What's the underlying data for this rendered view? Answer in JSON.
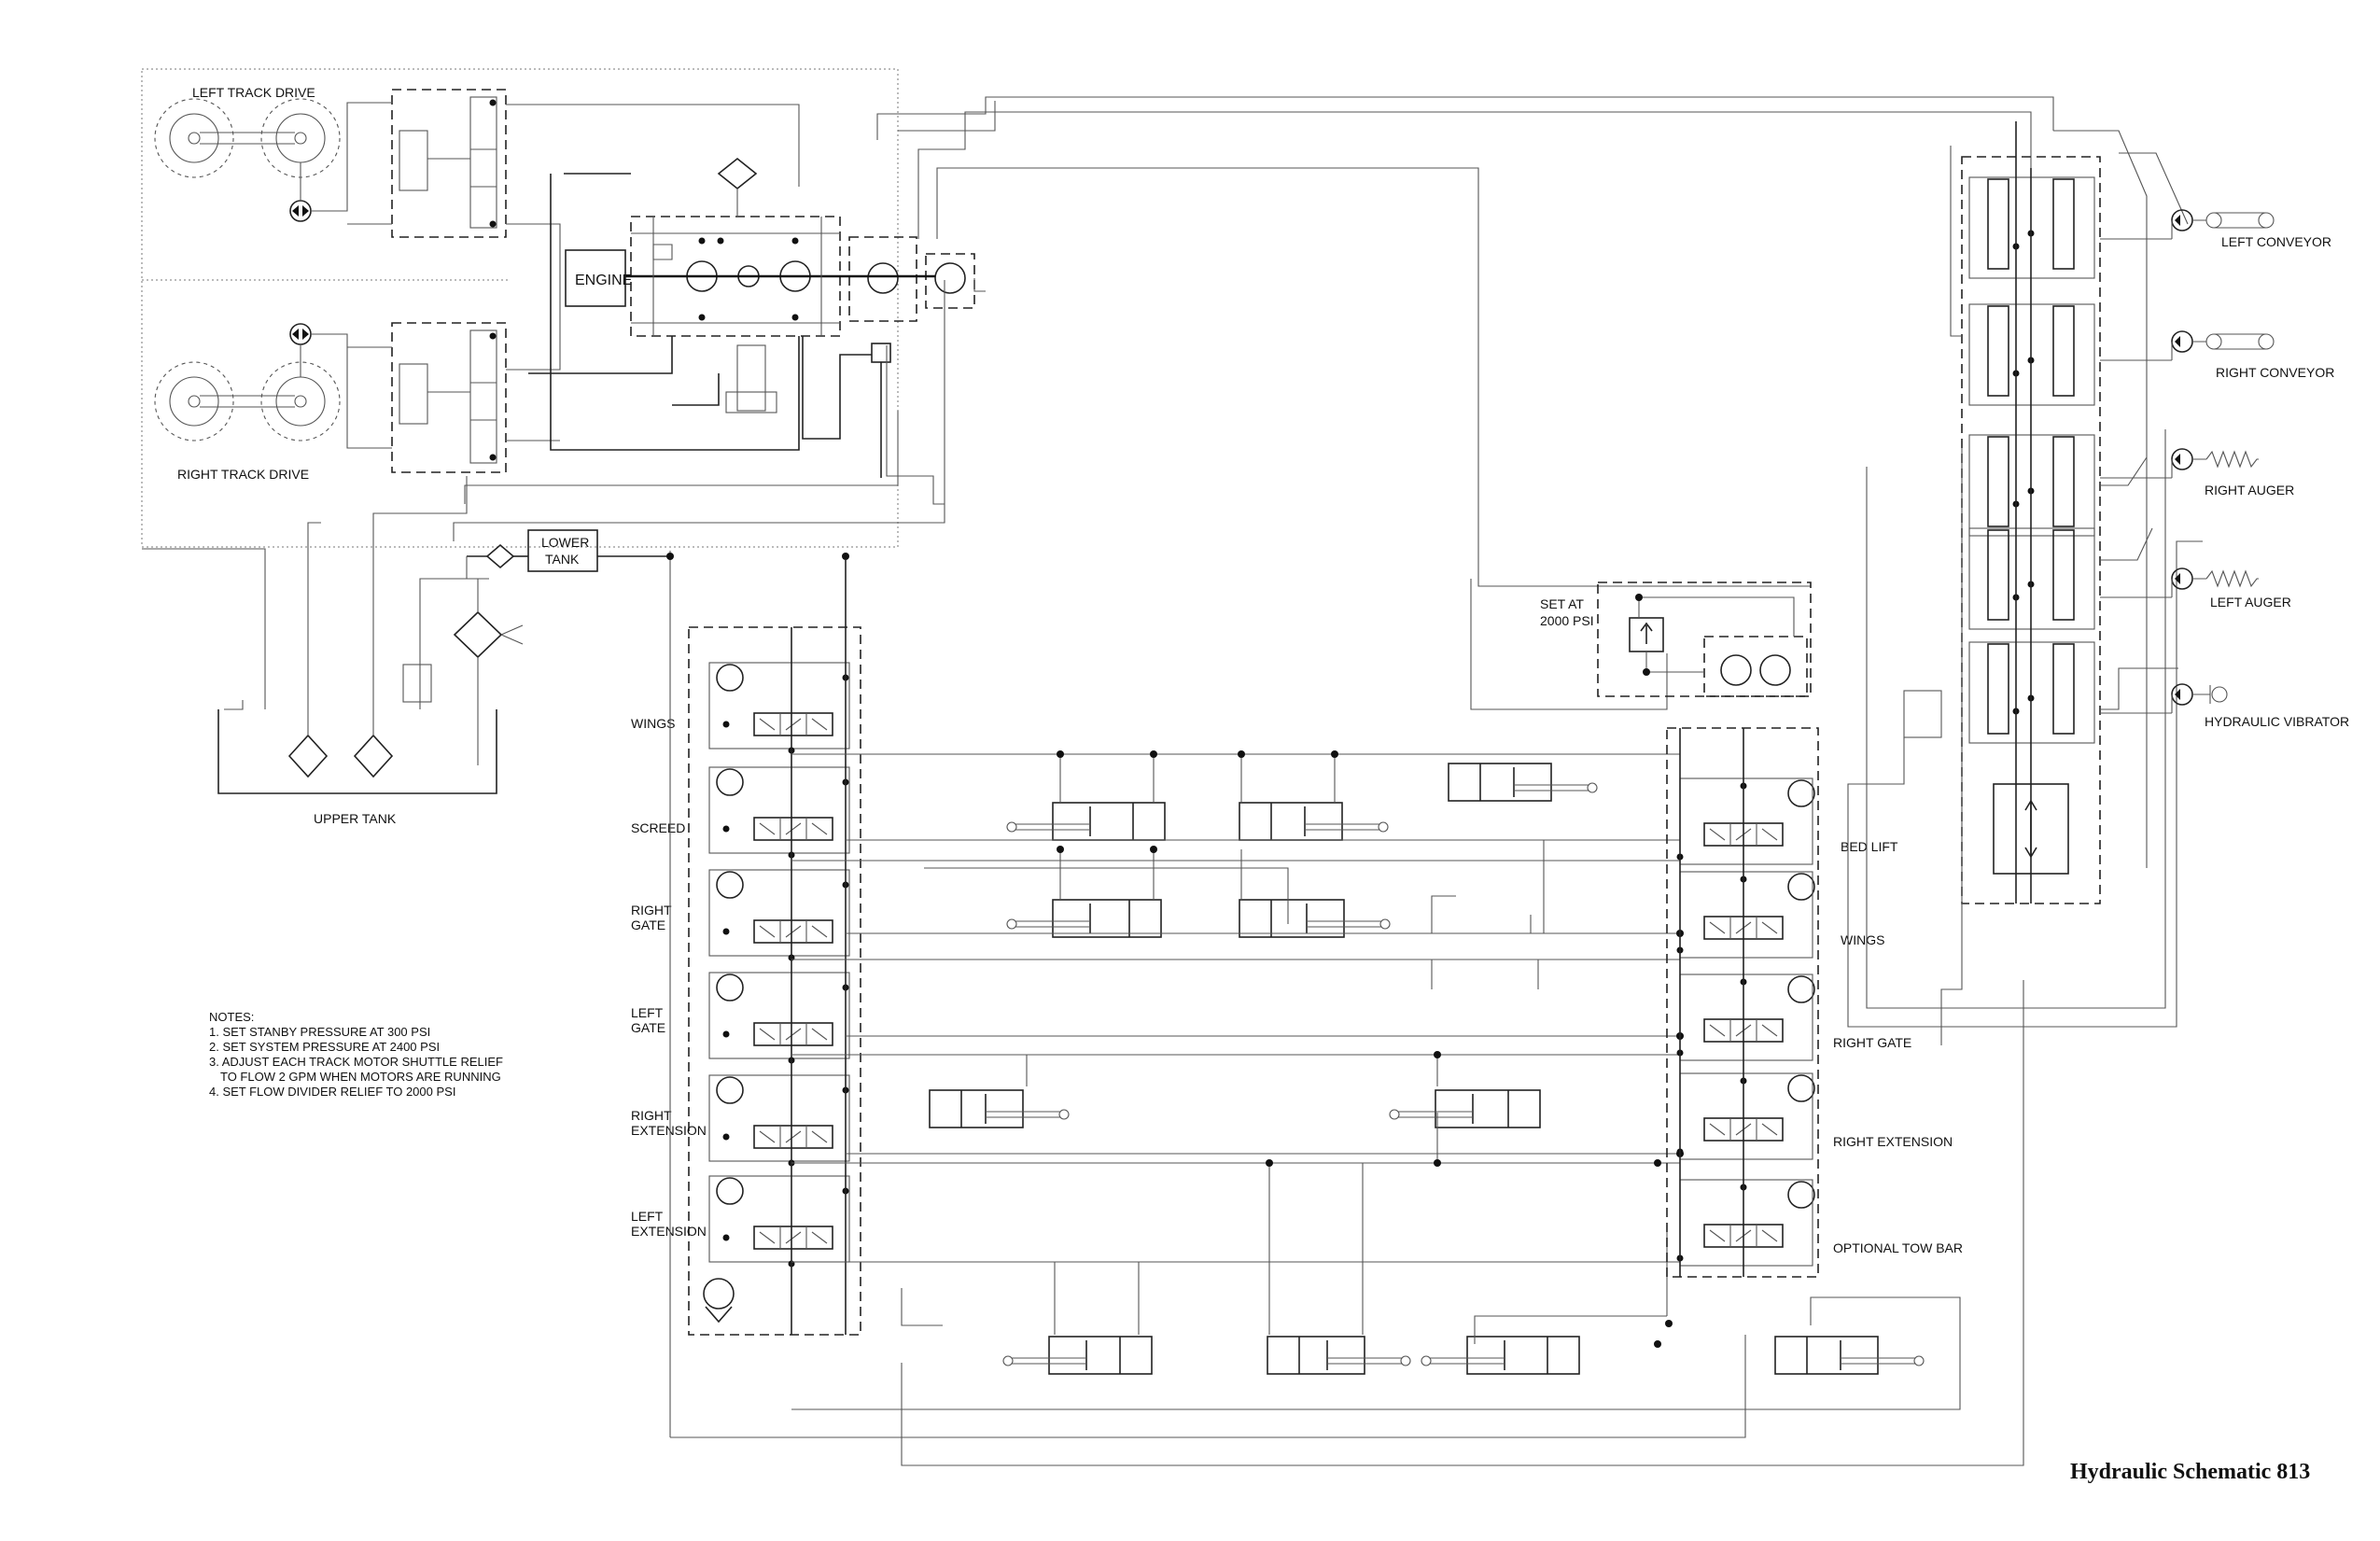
{
  "title": "Hydraulic Schematic 813",
  "track_drive": {
    "left_label": "LEFT TRACK DRIVE",
    "right_label": "RIGHT TRACK DRIVE"
  },
  "engine_label": "ENGINE",
  "tanks": {
    "lower_line1": "LOWER",
    "lower_line2": "TANK",
    "upper": "UPPER TANK"
  },
  "relief_label_line1": "SET AT",
  "relief_label_line2": "2000 PSI",
  "left_bank": [
    {
      "line1": "WINGS",
      "line2": ""
    },
    {
      "line1": "SCREED",
      "line2": ""
    },
    {
      "line1": "RIGHT",
      "line2": "GATE"
    },
    {
      "line1": "LEFT",
      "line2": "GATE"
    },
    {
      "line1": "RIGHT",
      "line2": "EXTENSION"
    },
    {
      "line1": "LEFT",
      "line2": "EXTENSION"
    }
  ],
  "right_bank": [
    "BED LIFT",
    "WINGS",
    "RIGHT GATE",
    "RIGHT EXTENSION",
    "OPTIONAL TOW BAR"
  ],
  "motors": [
    "LEFT CONVEYOR",
    "RIGHT CONVEYOR",
    "RIGHT AUGER",
    "LEFT AUGER",
    "HYDRAULIC VIBRATOR"
  ],
  "notes": {
    "heading": "NOTES:",
    "items": [
      "1. SET STANBY PRESSURE AT 300 PSI",
      "2. SET SYSTEM PRESSURE AT 2400 PSI",
      "3. ADJUST EACH TRACK MOTOR SHUTTLE RELIEF",
      "TO FLOW 2 GPM WHEN MOTORS ARE RUNNING",
      "4. SET FLOW DIVIDER RELIEF TO 2000 PSI"
    ]
  }
}
